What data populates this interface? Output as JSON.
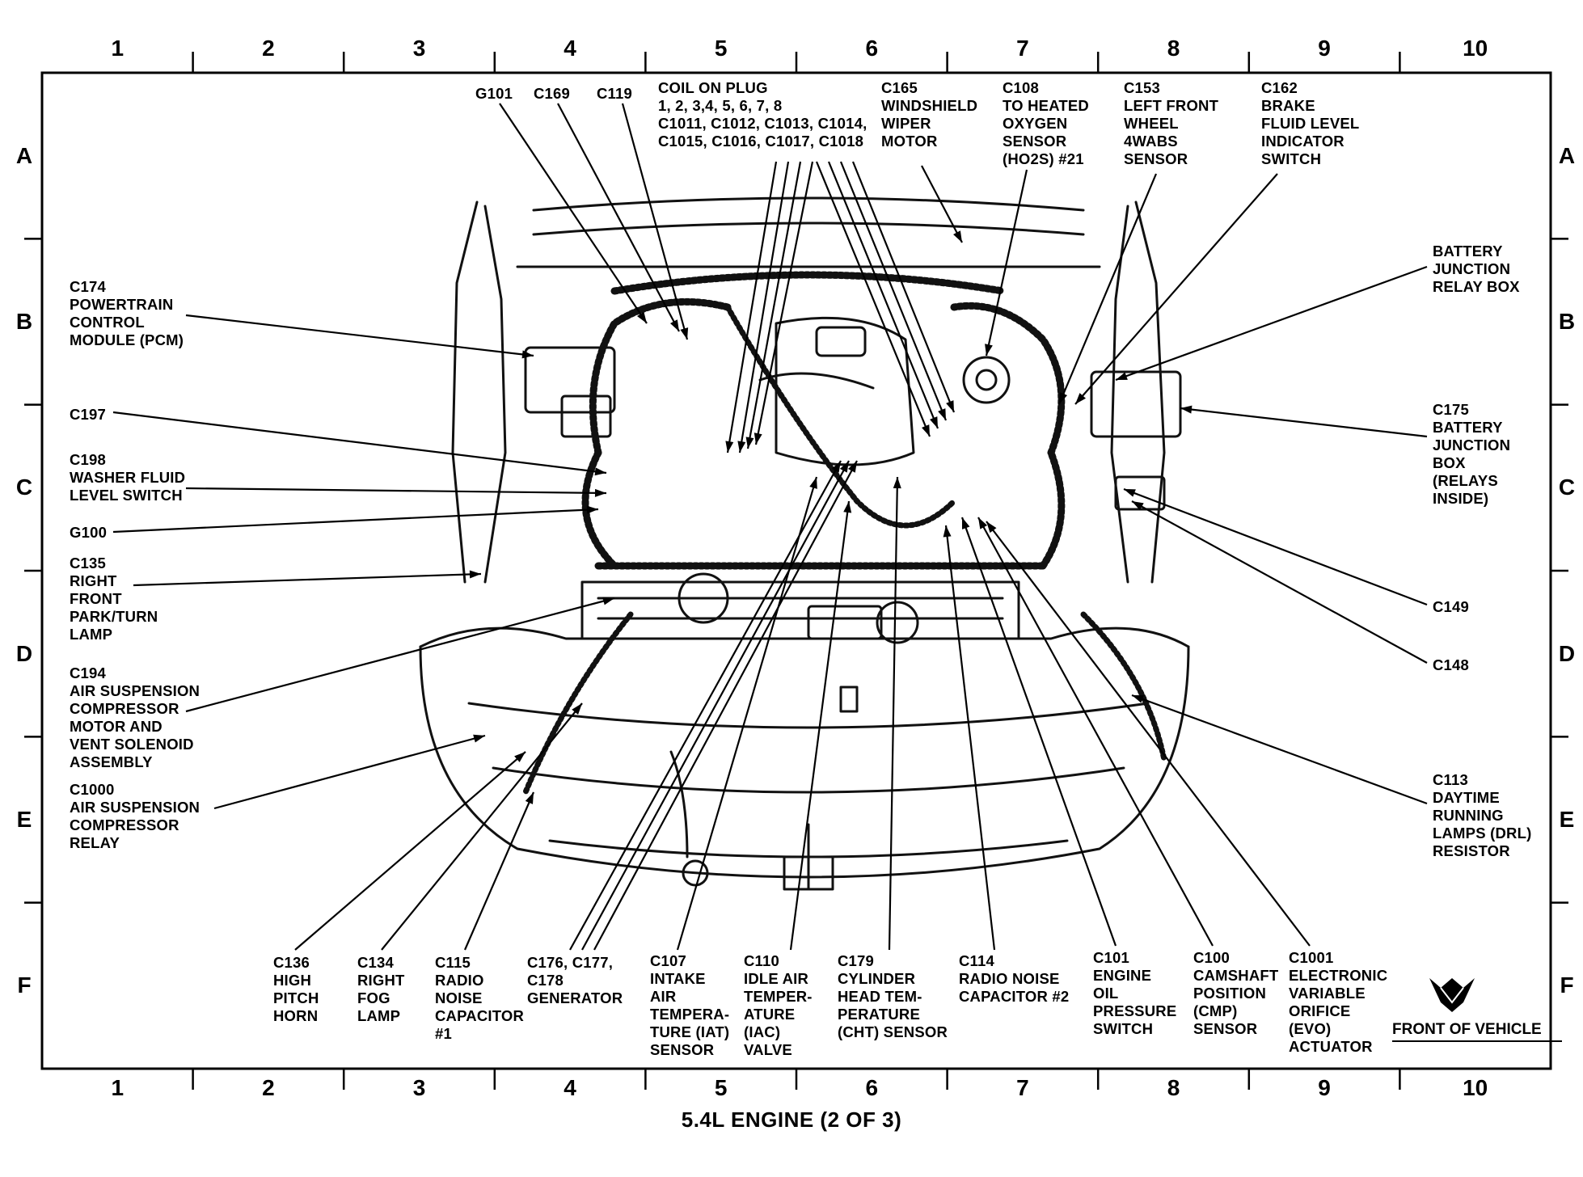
{
  "caption": "5.4L ENGINE (2 OF 3)",
  "front_of_vehicle": "FRONT OF VEHICLE",
  "grid": {
    "columns": [
      "1",
      "2",
      "3",
      "4",
      "5",
      "6",
      "7",
      "8",
      "9",
      "10"
    ],
    "rows": [
      "A",
      "B",
      "C",
      "D",
      "E",
      "F"
    ]
  },
  "labels": {
    "top": [
      {
        "id": "g101",
        "text": "G101"
      },
      {
        "id": "c169",
        "text": "C169"
      },
      {
        "id": "c119",
        "text": "C119"
      },
      {
        "id": "coil",
        "text": "COIL ON PLUG\n1, 2, 3,4, 5, 6, 7, 8\nC1011, C1012, C1013, C1014,\nC1015, C1016, C1017, C1018"
      },
      {
        "id": "c165",
        "text": "C165\nWINDSHIELD\nWIPER\nMOTOR"
      },
      {
        "id": "c108",
        "text": "C108\nTO HEATED\nOXYGEN\nSENSOR\n(HO2S) #21"
      },
      {
        "id": "c153",
        "text": "C153\nLEFT FRONT\nWHEEL\n4WABS\nSENSOR"
      },
      {
        "id": "c162",
        "text": "C162\nBRAKE\nFLUID LEVEL\nINDICATOR\nSWITCH"
      }
    ],
    "left": [
      {
        "id": "c174",
        "text": "C174\nPOWERTRAIN\nCONTROL\nMODULE (PCM)"
      },
      {
        "id": "c197",
        "text": "C197"
      },
      {
        "id": "c198",
        "text": "C198\nWASHER FLUID\nLEVEL SWITCH"
      },
      {
        "id": "g100",
        "text": "G100"
      },
      {
        "id": "c135",
        "text": "C135\nRIGHT\nFRONT\nPARK/TURN\nLAMP"
      },
      {
        "id": "c194",
        "text": "C194\nAIR SUSPENSION\nCOMPRESSOR\nMOTOR AND\nVENT SOLENOID\nASSEMBLY"
      },
      {
        "id": "c1000",
        "text": "C1000\nAIR SUSPENSION\nCOMPRESSOR\nRELAY"
      }
    ],
    "right": [
      {
        "id": "bjrb",
        "text": "BATTERY\nJUNCTION\nRELAY BOX"
      },
      {
        "id": "c175",
        "text": "C175\nBATTERY\nJUNCTION\nBOX\n(RELAYS\nINSIDE)"
      },
      {
        "id": "c149",
        "text": "C149"
      },
      {
        "id": "c148",
        "text": "C148"
      },
      {
        "id": "c113",
        "text": "C113\nDAYTIME\nRUNNING\nLAMPS (DRL)\nRESISTOR"
      }
    ],
    "bottom": [
      {
        "id": "c136",
        "text": "C136\nHIGH\nPITCH\nHORN"
      },
      {
        "id": "c134",
        "text": "C134\nRIGHT\nFOG\nLAMP"
      },
      {
        "id": "c115",
        "text": "C115\nRADIO\nNOISE\nCAPACITOR\n#1"
      },
      {
        "id": "c176",
        "text": "C176, C177,\nC178\nGENERATOR"
      },
      {
        "id": "c107",
        "text": "C107\nINTAKE\nAIR\nTEMPERA-\nTURE (IAT)\nSENSOR"
      },
      {
        "id": "c110",
        "text": "C110\nIDLE AIR\nTEMPER-\nATURE\n(IAC)\nVALVE"
      },
      {
        "id": "c179",
        "text": "C179\nCYLINDER\nHEAD TEM-\nPERATURE\n(CHT) SENSOR"
      },
      {
        "id": "c114",
        "text": "C114\nRADIO NOISE\nCAPACITOR #2"
      },
      {
        "id": "c101",
        "text": "C101\nENGINE\nOIL\nPRESSURE\nSWITCH"
      },
      {
        "id": "c100",
        "text": "C100\nCAMSHAFT\nPOSITION\n(CMP)\nSENSOR"
      },
      {
        "id": "c1001",
        "text": "C1001\nELECTRONIC\nVARIABLE\nORIFICE\n(EVO)\nACTUATOR"
      }
    ]
  }
}
